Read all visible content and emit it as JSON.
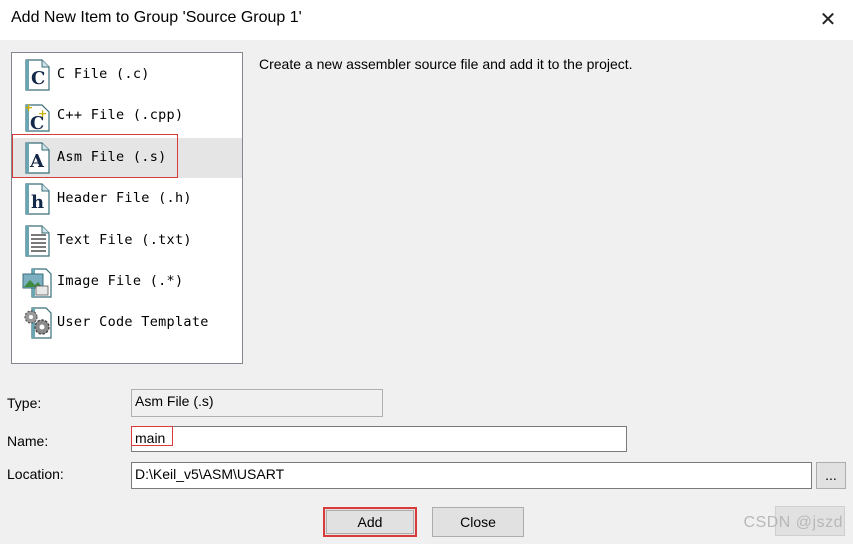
{
  "window": {
    "title": "Add New Item to Group 'Source Group 1'"
  },
  "file_types": [
    {
      "label": "C File (.c)",
      "icon": "c-file-icon",
      "selected": false
    },
    {
      "label": "C++ File (.cpp)",
      "icon": "cpp-file-icon",
      "selected": false
    },
    {
      "label": "Asm File (.s)",
      "icon": "asm-file-icon",
      "selected": true
    },
    {
      "label": "Header File (.h)",
      "icon": "header-file-icon",
      "selected": false
    },
    {
      "label": "Text File (.txt)",
      "icon": "text-file-icon",
      "selected": false
    },
    {
      "label": "Image File (.*)",
      "icon": "image-file-icon",
      "selected": false
    },
    {
      "label": "User Code Template",
      "icon": "user-code-template-icon",
      "selected": false
    }
  ],
  "description": "Create a new assembler source file and add it to the project.",
  "form": {
    "type_label": "Type:",
    "type_value": "Asm File (.s)",
    "name_label": "Name:",
    "name_value": "main",
    "location_label": "Location:",
    "location_value": "D:\\Keil_v5\\ASM\\USART",
    "browse_label": "..."
  },
  "buttons": {
    "add": "Add",
    "close": "Close"
  },
  "watermark": "CSDN @jszd",
  "colors": {
    "highlight_outline": "#d83b3b",
    "selected_row": "#e5e5e5"
  }
}
